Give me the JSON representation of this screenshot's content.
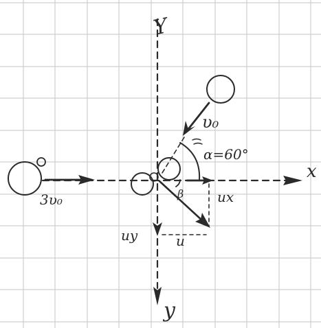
{
  "labels": {
    "y_axis_top": "Y",
    "x_axis": "x",
    "y_axis": "y",
    "incoming_speed_left": "3υ₀",
    "incoming_speed_right": "υ₀",
    "angle_alpha": "α=60°",
    "angle_beta": "β",
    "velocity_u": "u",
    "component_ux": "ux",
    "component_uy": "uy"
  },
  "colors": {
    "ink": "#2a2a2a",
    "grid": "#cfcfcf",
    "paper": "#ffffff"
  }
}
